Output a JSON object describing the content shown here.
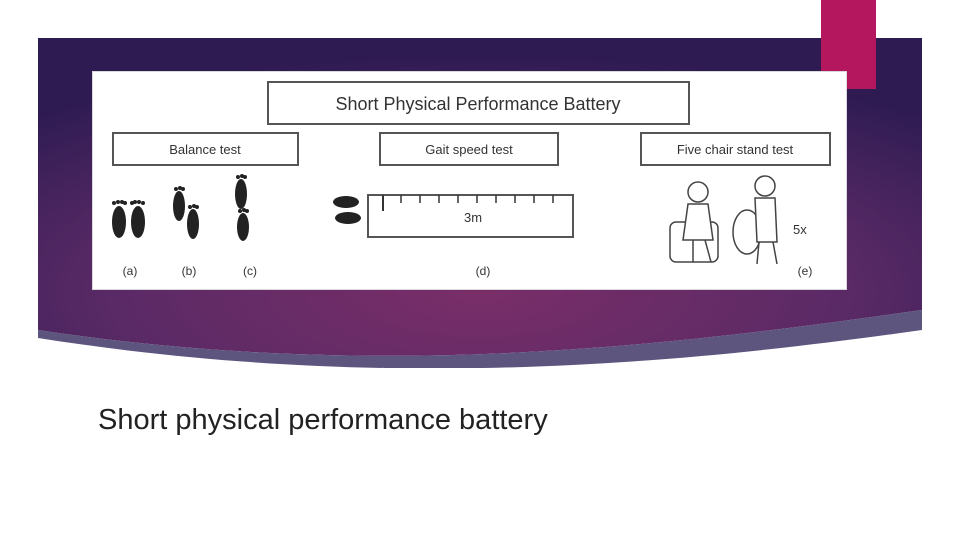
{
  "slide": {
    "caption": "Short physical performance battery",
    "colors": {
      "background_dark": "#3b1f5c",
      "background_mid": "#7a2e68",
      "accent": "#b5175f",
      "swoosh": "#5e557e"
    }
  },
  "figure": {
    "title": "Short Physical Performance Battery",
    "sections": {
      "balance": {
        "label": "Balance test",
        "panels": [
          "(a)",
          "(b)",
          "(c)"
        ]
      },
      "gait": {
        "label": "Gait speed test",
        "distance": "3m",
        "panel": "(d)"
      },
      "chair": {
        "label": "Five chair stand test",
        "repetitions": "5x",
        "panel": "(e)"
      }
    }
  }
}
